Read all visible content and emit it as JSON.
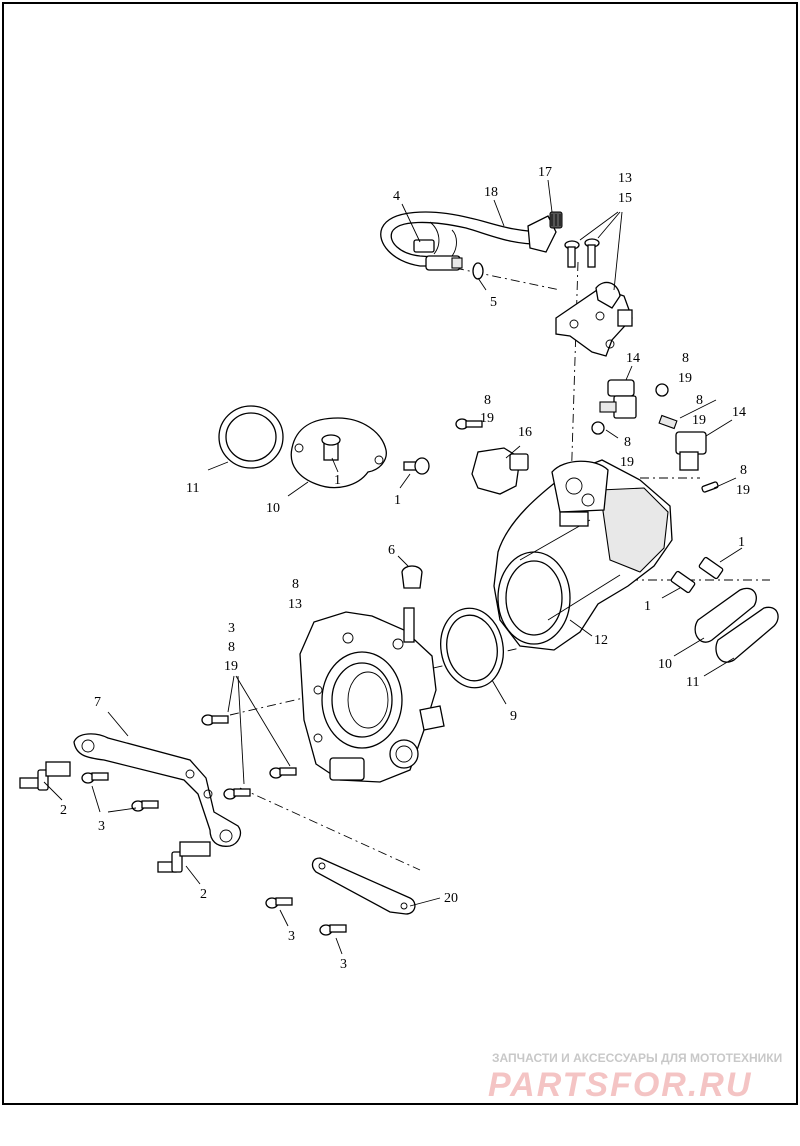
{
  "diagram": {
    "callouts": {
      "c1a": "1",
      "c1b": "1",
      "c1c": "1",
      "c1d": "1",
      "c2a": "2",
      "c2b": "2",
      "c3a": "3",
      "c3b": "3",
      "c3c": "3",
      "c3d": "3",
      "c4": "4",
      "c5": "5",
      "c6": "6",
      "c7": "7",
      "c8a": "8",
      "c8b": "8",
      "c8c": "8",
      "c8d": "8",
      "c8e": "8",
      "c8f": "8",
      "c8g": "8",
      "c9": "9",
      "c10a": "10",
      "c10b": "10",
      "c11a": "11",
      "c11b": "11",
      "c12": "12",
      "c13a": "13",
      "c13b": "13",
      "c14a": "14",
      "c14b": "14",
      "c15": "15",
      "c16": "16",
      "c17": "17",
      "c18": "18",
      "c19a": "19",
      "c19b": "19",
      "c19c": "19",
      "c19d": "19",
      "c19e": "19",
      "c19f": "19",
      "c20": "20"
    }
  },
  "watermark": {
    "tagline": "ЗАПЧАСТИ И АКСЕССУАРЫ ДЛЯ МОТОТЕХНИКИ",
    "brand": "PARTSFOR.RU"
  }
}
